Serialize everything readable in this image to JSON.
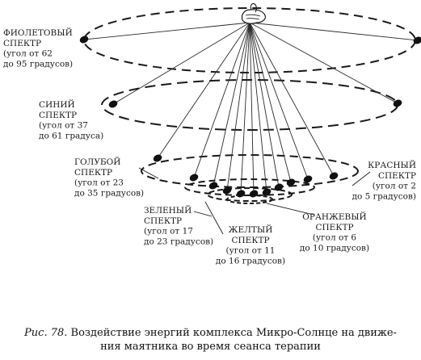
{
  "diagram": {
    "spectra": [
      {
        "id": "violet",
        "lines": [
          "ФИОЛЕТОВЫЙ",
          "СПЕКТР",
          "(угол от 62",
          "до 95 градусов)"
        ]
      },
      {
        "id": "blue",
        "lines": [
          "СИНИЙ",
          "СПЕКТР",
          "(угол от 37",
          "до 61 градуса)"
        ]
      },
      {
        "id": "light-blue",
        "lines": [
          "ГОЛУБОЙ",
          "СПЕКТР",
          "(угол от 23",
          "до 35 градусов)"
        ]
      },
      {
        "id": "green",
        "lines": [
          "ЗЕЛЕНЫЙ",
          "СПЕКТР",
          "(угол от 17",
          "до 23 градусов)"
        ]
      },
      {
        "id": "yellow",
        "lines": [
          "ЖЕЛТЫЙ",
          "СПЕКТР",
          "(угол от 11",
          "до 16 градусов)"
        ]
      },
      {
        "id": "orange",
        "lines": [
          "ОРАНЖЕВЫЙ",
          "СПЕКТР",
          "(угол от 6",
          "до 10 градусов)"
        ]
      },
      {
        "id": "red",
        "lines": [
          "КРАСНЫЙ",
          "СПЕКТР",
          "(угол от 2",
          "до 5 градусов)"
        ]
      }
    ]
  },
  "caption": {
    "prefix": "Рис. 78.",
    "line1": "Воздействие энергий комплекса Микро-Солнце на движе-",
    "line2": "ния маятника во время сеанса терапии"
  }
}
